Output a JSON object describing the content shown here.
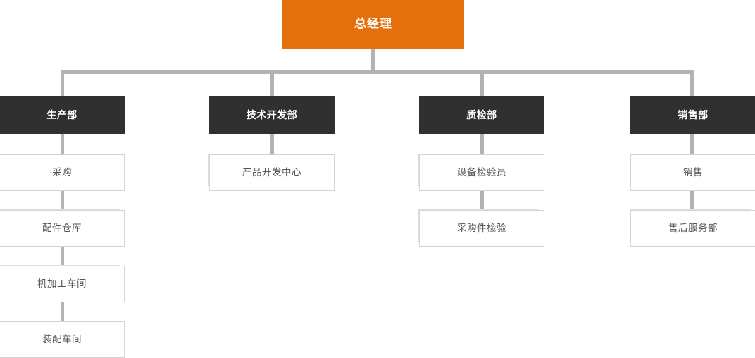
{
  "chart_data": {
    "type": "diagram",
    "title": "",
    "orientation": "top-down",
    "levels": 3,
    "root": {
      "label": "总经理",
      "bg": "#e3700c",
      "fg": "#ffffff"
    },
    "departments": [
      {
        "label": "生产部",
        "bg": "#303030",
        "fg": "#ffffff",
        "children": [
          {
            "label": "采购"
          },
          {
            "label": "配件仓库"
          },
          {
            "label": "机加工车间"
          },
          {
            "label": "装配车间"
          }
        ]
      },
      {
        "label": "技术开发部",
        "bg": "#303030",
        "fg": "#ffffff",
        "children": [
          {
            "label": "产品开发中心"
          }
        ]
      },
      {
        "label": "质检部",
        "bg": "#303030",
        "fg": "#ffffff",
        "children": [
          {
            "label": "设备检验员"
          },
          {
            "label": "采购件检验"
          }
        ]
      },
      {
        "label": "销售部",
        "bg": "#303030",
        "fg": "#ffffff",
        "children": [
          {
            "label": "销售"
          },
          {
            "label": "售后服务部"
          }
        ]
      }
    ],
    "connector_color": "#b3b3b3",
    "leaf_border_color": "#d4d4d4",
    "leaf_shadow_color": "#dedede",
    "leaf_text_color": "#555555"
  }
}
